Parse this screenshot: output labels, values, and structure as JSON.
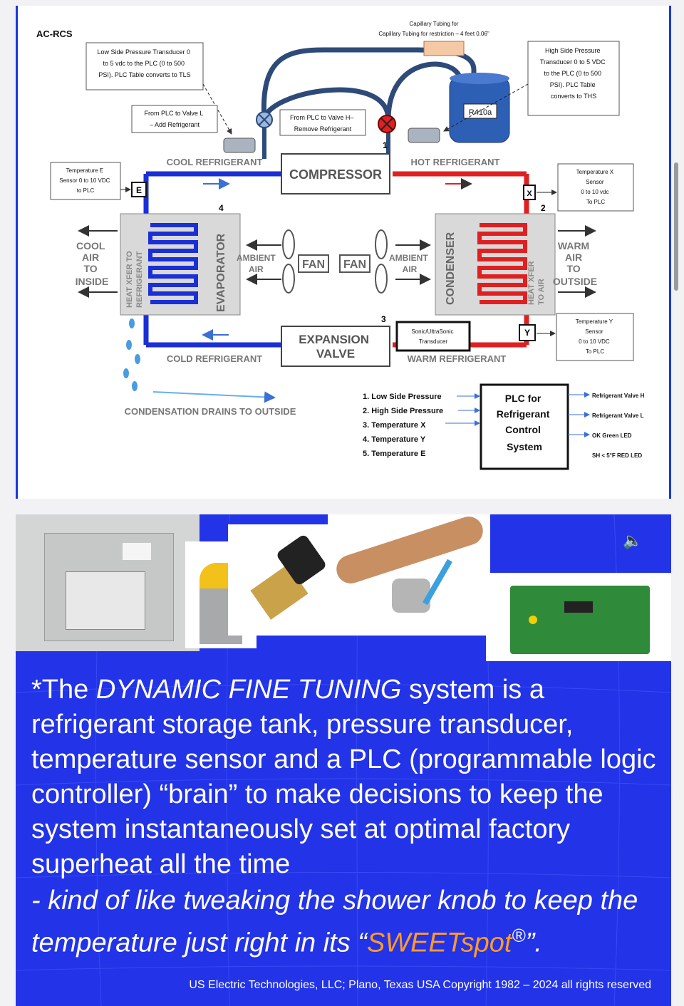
{
  "diagram": {
    "title": "AC-RCS",
    "capillary": "Capillary Tubing for restriction – 4 feet 0.06\"",
    "low_side": [
      "Low Side Pressure Transducer 0",
      "to 5 vdc to the PLC (0 to 500",
      "PSI). PLC Table converts to TLS"
    ],
    "high_side": [
      "High Side Pressure",
      "Transducer 0 to 5 VDC",
      "to the PLC (0 to 500",
      "PSI). PLC Table",
      "converts to THS"
    ],
    "valve_l": [
      "From PLC to Valve L",
      "– Add Refrigerant"
    ],
    "valve_h": [
      "From PLC to Valve H–",
      "Remove Refrigerant"
    ],
    "tank": "R410a",
    "temp_e": [
      "Temperature E",
      "Sensor 0 to 10 VDC",
      "to PLC"
    ],
    "temp_x": [
      "Temperature X",
      "Sensor",
      "0 to 10 vdc",
      "To PLC"
    ],
    "temp_y": [
      "Temperature Y",
      "Sensor",
      "0 to 10 VDC",
      "To PLC"
    ],
    "cool_ref": "COOL REFRIGERANT",
    "hot_ref": "HOT REFRIGERANT",
    "cold_ref": "COLD REFRIGERANT",
    "warm_ref": "WARM REFRIGERANT",
    "compressor": "COMPRESSOR",
    "expansion": [
      "EXPANSION",
      "VALVE"
    ],
    "evaporator": "EVAPORATOR",
    "condenser": "CONDENSER",
    "hx_left": [
      "HEAT XFER TO",
      "REFRIGERANT"
    ],
    "hx_right": [
      "HEAT XFER",
      "TO AIR"
    ],
    "fan": "FAN",
    "ambient": [
      "AMBIENT",
      "AIR"
    ],
    "cool_air": [
      "COOL",
      "AIR",
      "TO",
      "INSIDE"
    ],
    "warm_air": [
      "WARM",
      "AIR",
      "TO",
      "OUTSIDE"
    ],
    "sonic": [
      "Sonic/UltraSonic",
      "Transducer"
    ],
    "condensation": "CONDENSATION DRAINS TO OUTSIDE",
    "markers": {
      "e": "E",
      "x": "X",
      "y": "Y",
      "n1": "1",
      "n2": "2",
      "n3": "3",
      "n4": "4"
    },
    "plc_inputs": [
      "1.  Low Side Pressure",
      "2.  High Side Pressure",
      "3.  Temperature X",
      "4.  Temperature Y",
      "5.  Temperature E"
    ],
    "plc_box": [
      "PLC for",
      "Refrigerant",
      "Control",
      "System"
    ],
    "plc_outputs": [
      "Refrigerant Valve H",
      "Refrigerant Valve L",
      "OK Green LED",
      "SH < 5°F RED LED"
    ]
  },
  "slide2": {
    "line1_pre": "*The ",
    "line1_em": "DYNAMIC FINE TUNING",
    "line1_post": " system is a refrigerant storage tank, pressure transducer, temperature sensor and a PLC (programmable logic controller) “brain” to make decisions to keep the system instantaneously set at optimal factory superheat all the time",
    "italic_line": "- kind of like tweaking the shower knob to keep the temperature just right in its “",
    "sweet": "SWEETspot",
    "reg": "®",
    "end": "”.",
    "footer": "US Electric Technologies, LLC; Plano, Texas USA Copyright  1982 – 2024 all rights reserved"
  },
  "colors": {
    "slide_blue": "#2233e8",
    "hot": "#e02020",
    "cold": "#1a2fd6",
    "accent_orange": "#ff9a2b"
  }
}
